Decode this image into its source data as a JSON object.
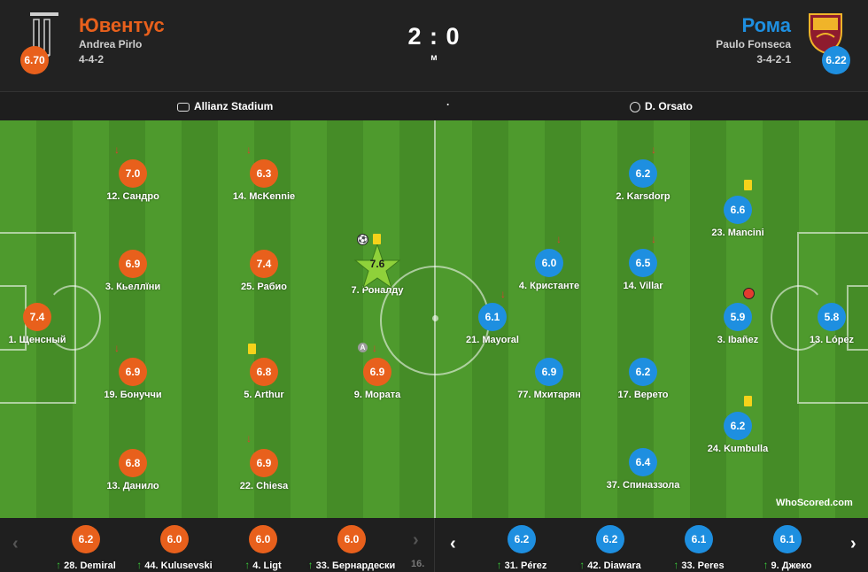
{
  "header": {
    "home": {
      "name": "Ювентус",
      "coach": "Andrea Pirlo",
      "formation": "4-4-2",
      "rating": "6.70",
      "color": "#e8601c"
    },
    "away": {
      "name": "Рома",
      "coach": "Paulo Fonseca",
      "formation": "3-4-2-1",
      "rating": "6.22",
      "color": "#1e8fe0"
    },
    "score": "2 : 0",
    "status": "м"
  },
  "info": {
    "venue": "Allianz Stadium",
    "separator": "·",
    "referee": "D. Orsato"
  },
  "home_players": [
    {
      "label": "1. Щенсный",
      "rating": "7.4"
    },
    {
      "label": "12. Сандро",
      "rating": "7.0"
    },
    {
      "label": "3. Кьеллїни",
      "rating": "6.9"
    },
    {
      "label": "19. Бонуччи",
      "rating": "6.9"
    },
    {
      "label": "13. Данило",
      "rating": "6.8"
    },
    {
      "label": "14. McKennie",
      "rating": "6.3"
    },
    {
      "label": "25. Рабио",
      "rating": "7.4"
    },
    {
      "label": "5. Arthur",
      "rating": "6.8"
    },
    {
      "label": "22. Chiesa",
      "rating": "6.9"
    },
    {
      "label": "7. Роналду",
      "rating": "7.6"
    },
    {
      "label": "9. Мората",
      "rating": "6.9"
    }
  ],
  "away_players": [
    {
      "label": "13. López",
      "rating": "5.8"
    },
    {
      "label": "23. Mancini",
      "rating": "6.6"
    },
    {
      "label": "3. Ibañez",
      "rating": "5.9"
    },
    {
      "label": "24. Kumbulla",
      "rating": "6.2"
    },
    {
      "label": "2. Karsdorp",
      "rating": "6.2"
    },
    {
      "label": "14. Villar",
      "rating": "6.5"
    },
    {
      "label": "17. Верето",
      "rating": "6.2"
    },
    {
      "label": "37. Спиназзола",
      "rating": "6.4"
    },
    {
      "label": "4. Кристанте",
      "rating": "6.0"
    },
    {
      "label": "77. Мхитарян",
      "rating": "6.9"
    },
    {
      "label": "21. Mayoral",
      "rating": "6.1"
    }
  ],
  "home_subs": [
    {
      "label": "28. Demiral",
      "rating": "6.2"
    },
    {
      "label": "44. Kulusevski",
      "rating": "6.0"
    },
    {
      "label": "4. Ligt",
      "rating": "6.0"
    },
    {
      "label": "33. Бернардески",
      "rating": "6.0"
    }
  ],
  "home_subs_cut": "16.",
  "away_subs": [
    {
      "label": "31. Pérez",
      "rating": "6.2"
    },
    {
      "label": "42. Diawara",
      "rating": "6.2"
    },
    {
      "label": "33. Peres",
      "rating": "6.1"
    },
    {
      "label": "9. Джеко",
      "rating": "6.1"
    }
  ],
  "icons": {
    "sub_off": "arrow-down-icon",
    "sub_on": "arrow-up-icon",
    "yellow_card": "yellow-card-icon",
    "goal": "ball-icon",
    "own_goal": "own-goal-icon",
    "captain": "captain-icon",
    "man_of_match": "star-icon"
  },
  "captain_letter": "A",
  "nav": {
    "prev": "‹",
    "next": "›"
  },
  "brand": "WhoScored.com"
}
